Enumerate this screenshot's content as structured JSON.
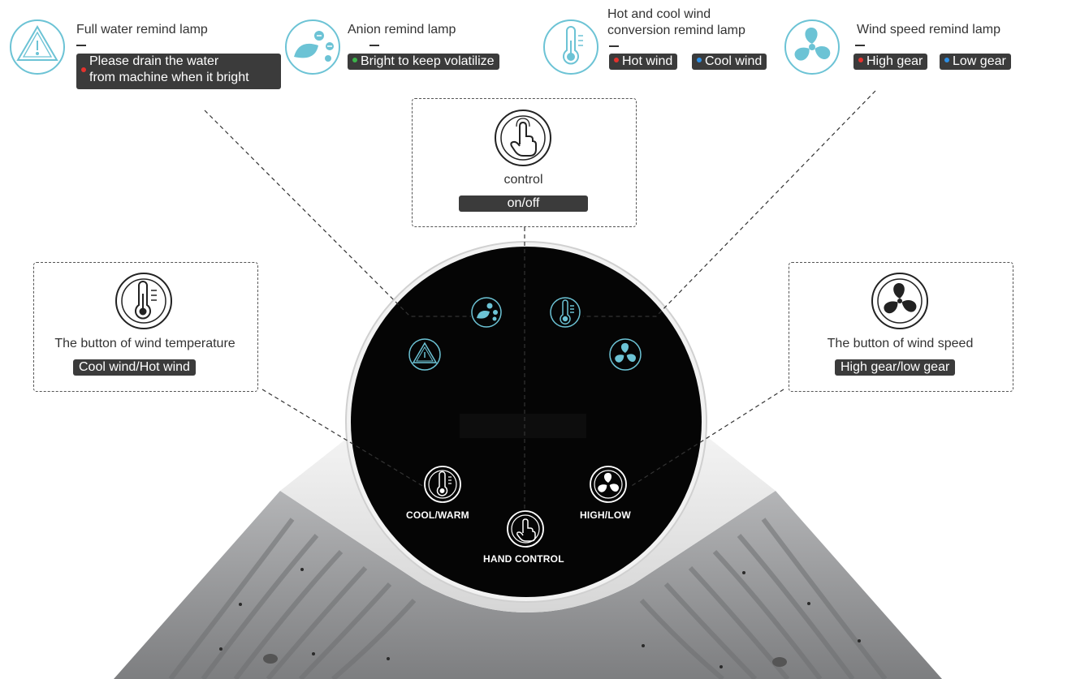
{
  "lamps": {
    "full_water": {
      "title": "Full water remind lamp",
      "description_line1": "Please drain the water",
      "description_line2": "from machine when it bright",
      "dot_color": "#e5322d"
    },
    "anion": {
      "title": "Anion remind lamp",
      "description": "Bright to keep volatilize",
      "dot_color": "#3bb54a"
    },
    "hot_cool": {
      "title_line1": "Hot and cool wind",
      "title_line2": "conversion remind lamp",
      "option_hot": "Hot wind",
      "option_cool": "Cool wind",
      "hot_color": "#e5322d",
      "cool_color": "#2d8fe5"
    },
    "wind_speed": {
      "title": "Wind speed remind lamp",
      "option_high": "High gear",
      "option_low": "Low gear",
      "high_color": "#e5322d",
      "low_color": "#2d8fe5"
    }
  },
  "buttons": {
    "control": {
      "label": "control",
      "value": "on/off"
    },
    "temperature": {
      "label": "The button of wind temperature",
      "value": "Cool wind/Hot wind"
    },
    "speed": {
      "label": "The button of wind speed",
      "value": "High gear/low gear"
    }
  },
  "panel": {
    "cool_warm": "COOL/WARM",
    "high_low": "HIGH/LOW",
    "hand_control": "HAND CONTROL"
  },
  "colors": {
    "lamp_icon": "#6cc3d5",
    "panel_face": "#050505",
    "pill_bg": "#3b3b3b",
    "body_gray": "#8e8f91"
  }
}
